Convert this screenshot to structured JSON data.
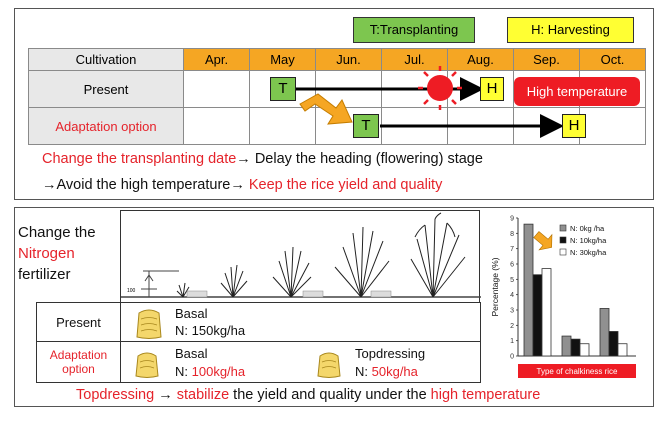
{
  "legend": {
    "t": "T:Transplanting",
    "h": "H: Harvesting"
  },
  "calendar": {
    "header": "Cultivation",
    "months": [
      "Apr.",
      "May",
      "Jun.",
      "Jul.",
      "Aug.",
      "Sep.",
      "Oct."
    ],
    "row_present": "Present",
    "row_adapt": "Adaptation option",
    "t_mark": "T",
    "h_mark": "H",
    "high_temp": "High temperature"
  },
  "top_text": {
    "line1_red": "Change the transplanting date",
    "line1_black": "→ Delay the heading (flowering) stage",
    "line2_black": "→Avoid the high temperature→ ",
    "line2_red": "Keep the rice yield and quality"
  },
  "nitrogen": {
    "line1": "Change the",
    "line2": "Nitrogen",
    "line3": "fertilizer"
  },
  "drawing": {
    "scale": "100"
  },
  "fert": {
    "present_label": "Present",
    "adapt_label_1": "Adaptation",
    "adapt_label_2": "option",
    "present_basal": "Basal",
    "present_n_prefix": "N: ",
    "present_n_value": "150kg/ha",
    "adapt_basal": "Basal",
    "adapt_n_prefix": "N: ",
    "adapt_n_value": "100kg/ha",
    "adapt_top": "Topdressing",
    "adapt_top_n_prefix": "N: ",
    "adapt_top_n_value": "50kg/ha"
  },
  "bottom_text": {
    "p1_red": "Topdressing",
    "p2_black": " → ",
    "p3_red": "stabilize",
    "p4_black": " the yield and quality under the ",
    "p5_red": "high temperature"
  },
  "chart_data": {
    "type": "bar",
    "ylabel": "Percentage (%)",
    "xlabel": "Type of chalkiness rice",
    "ylim": [
      0,
      9
    ],
    "yticks": [
      "0",
      "1",
      "2",
      "3",
      "4",
      "5",
      "6",
      "7",
      "8",
      "9"
    ],
    "categories": [
      "",
      "",
      ""
    ],
    "series": [
      {
        "name": "N: 0kg /ha",
        "color": "#909090",
        "values": [
          8.6,
          1.3,
          3.1
        ]
      },
      {
        "name": "N: 10kg/ha",
        "color": "#111111",
        "values": [
          5.3,
          1.1,
          1.6
        ]
      },
      {
        "name": "N: 30kg/ha",
        "color": "#ffffff",
        "values": [
          5.7,
          0.8,
          0.8
        ]
      }
    ],
    "grid": false,
    "legend": "top-right",
    "colors": {
      "xlabel_bg": "#ee1c24",
      "arrow": "#f5a623"
    }
  }
}
